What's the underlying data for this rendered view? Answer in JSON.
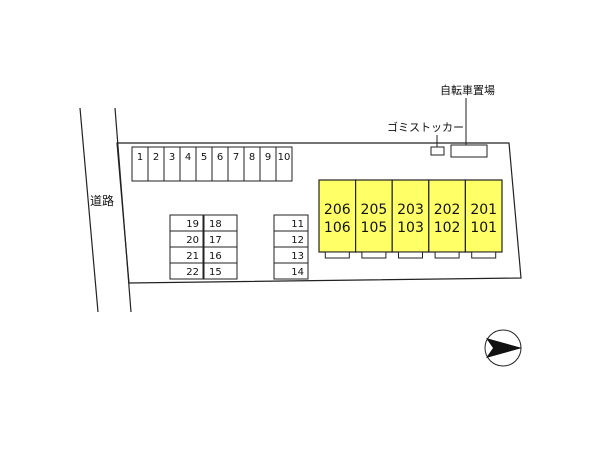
{
  "labels": {
    "road": "道路",
    "bicycle_parking": "自転車置場",
    "trash_station": "ゴミストッカー"
  },
  "parking": {
    "top_row": [
      "1",
      "2",
      "3",
      "4",
      "5",
      "6",
      "7",
      "8",
      "9",
      "10"
    ],
    "left_block": [
      [
        "19",
        "18"
      ],
      [
        "20",
        "17"
      ],
      [
        "21",
        "16"
      ],
      [
        "22",
        "15"
      ]
    ],
    "right_block": [
      "11",
      "12",
      "13",
      "14"
    ]
  },
  "building": {
    "units": [
      {
        "upper": "206",
        "lower": "106"
      },
      {
        "upper": "205",
        "lower": "105"
      },
      {
        "upper": "203",
        "lower": "103"
      },
      {
        "upper": "202",
        "lower": "102"
      },
      {
        "upper": "201",
        "lower": "101"
      }
    ]
  },
  "colors": {
    "unit_fill": "#ffff66",
    "line": "#222222",
    "background": "#ffffff"
  },
  "compass": {
    "icon": "north-arrow-icon",
    "direction": "east"
  }
}
